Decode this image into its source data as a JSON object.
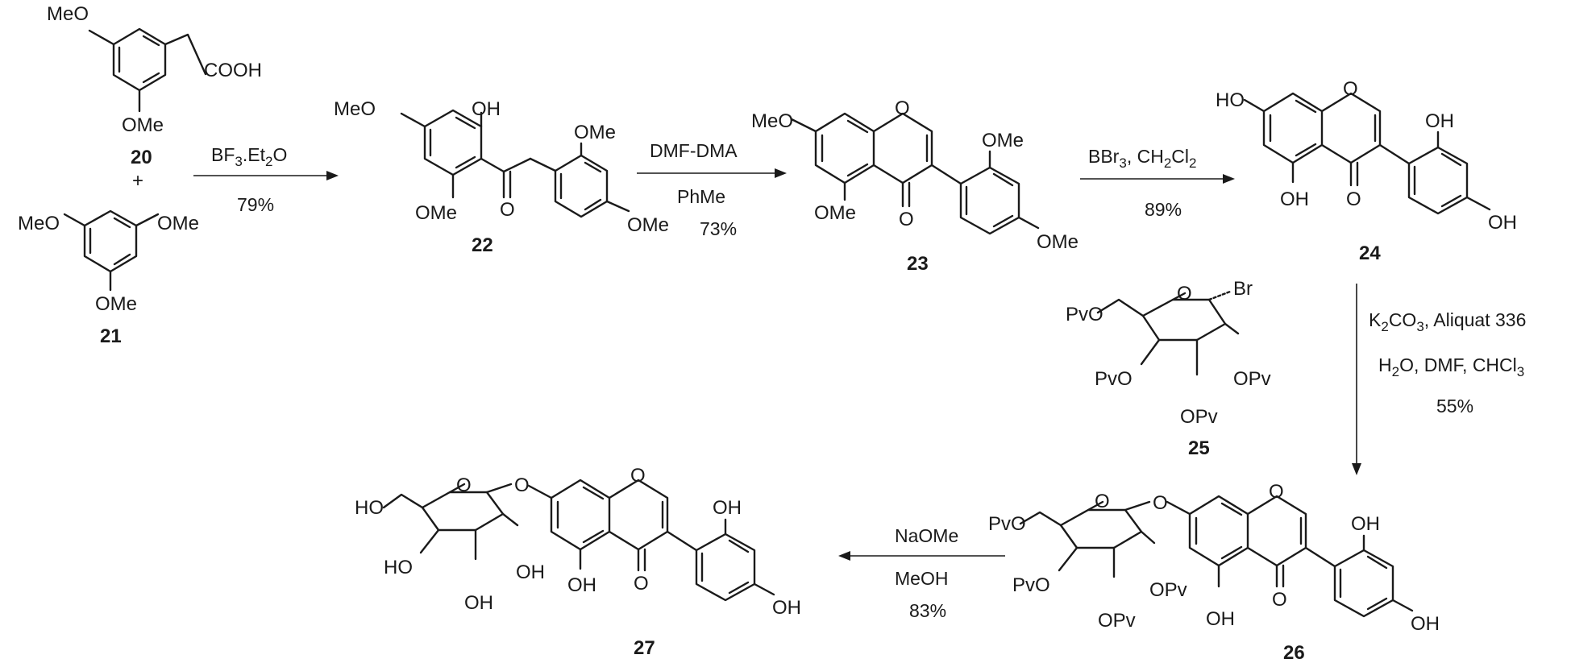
{
  "compounds": {
    "c20": {
      "number": "20",
      "labels": {
        "meo": "MeO",
        "cooh": "COOH",
        "ome": "OMe"
      }
    },
    "c21": {
      "number": "21",
      "labels": {
        "meo": "MeO",
        "ome_r": "OMe",
        "ome_b": "OMe"
      }
    },
    "plus": "+",
    "c22": {
      "number": "22",
      "labels": {
        "meo": "MeO",
        "oh": "OH",
        "ome_b": "OMe",
        "o": "O",
        "ome_t": "OMe",
        "ome_p": "OMe"
      }
    },
    "c23": {
      "number": "23",
      "labels": {
        "meo": "MeO",
        "o_ring": "O",
        "ome_b": "OMe",
        "o_keto": "O",
        "ome_t": "OMe",
        "ome_p": "OMe"
      }
    },
    "c24": {
      "number": "24",
      "labels": {
        "ho": "HO",
        "o_ring": "O",
        "oh_b": "OH",
        "o_keto": "O",
        "oh_t": "OH",
        "oh_p": "OH"
      }
    },
    "c25": {
      "number": "25",
      "labels": {
        "pvo1": "PvO",
        "o": "O",
        "br": "Br",
        "pvo2": "PvO",
        "opv1": "OPv",
        "opv2": "OPv"
      }
    },
    "c26": {
      "number": "26",
      "labels": {
        "pvo1": "PvO",
        "o": "O",
        "o_link": "O",
        "pvo2": "PvO",
        "opv1": "OPv",
        "opv2": "OPv",
        "o_ring": "O",
        "oh_b": "OH",
        "o_keto": "O",
        "oh_t": "OH",
        "oh_p": "OH"
      }
    },
    "c27": {
      "number": "27",
      "labels": {
        "ho1": "HO",
        "o": "O",
        "o_link": "O",
        "ho2": "HO",
        "oh1": "OH",
        "oh2": "OH",
        "o_ring": "O",
        "oh_b": "OH",
        "o_keto": "O",
        "oh_t": "OH",
        "oh_p": "OH"
      }
    }
  },
  "arrows": {
    "a1": {
      "above": [
        "BF",
        "3",
        ".Et",
        "2",
        "O"
      ],
      "below": "79%"
    },
    "a2": {
      "above": "DMF-DMA",
      "below1": "PhMe",
      "below2": "73%"
    },
    "a3": {
      "above": [
        "BBr",
        "3",
        ", CH",
        "2",
        "Cl",
        "2"
      ],
      "below": "89%"
    },
    "a4": {
      "line1": [
        "K",
        "2",
        "CO",
        "3",
        ", Aliquat 336"
      ],
      "line2": [
        "H",
        "2",
        "O, DMF, CHCl",
        "3"
      ],
      "line3": "55%"
    },
    "a5": {
      "above": "NaOMe",
      "below1": "MeOH",
      "below2": "83%"
    }
  }
}
